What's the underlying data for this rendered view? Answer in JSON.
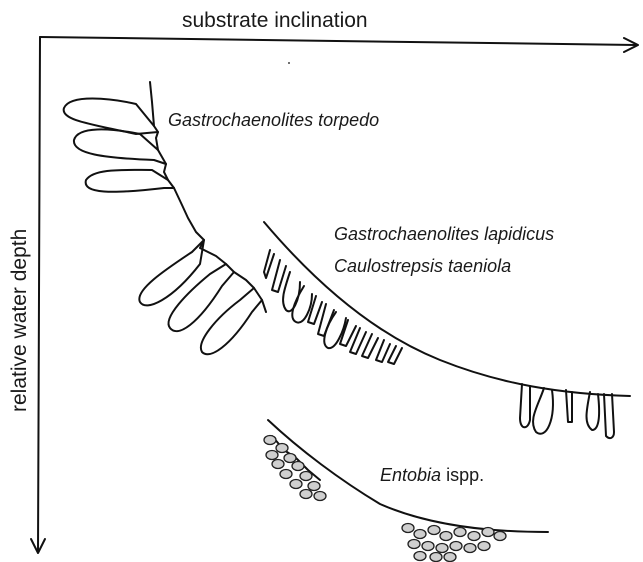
{
  "axes": {
    "x_title": "substrate inclination",
    "y_title": "relative water depth"
  },
  "taxa": {
    "torpedo": "Gastrochaenolites torpedo",
    "lapidicus": "Gastrochaenolites lapidicus",
    "taeniola": "Caulostrepsis taeniola",
    "entobia_genus": "Entobia",
    "entobia_suffix": " ispp."
  }
}
